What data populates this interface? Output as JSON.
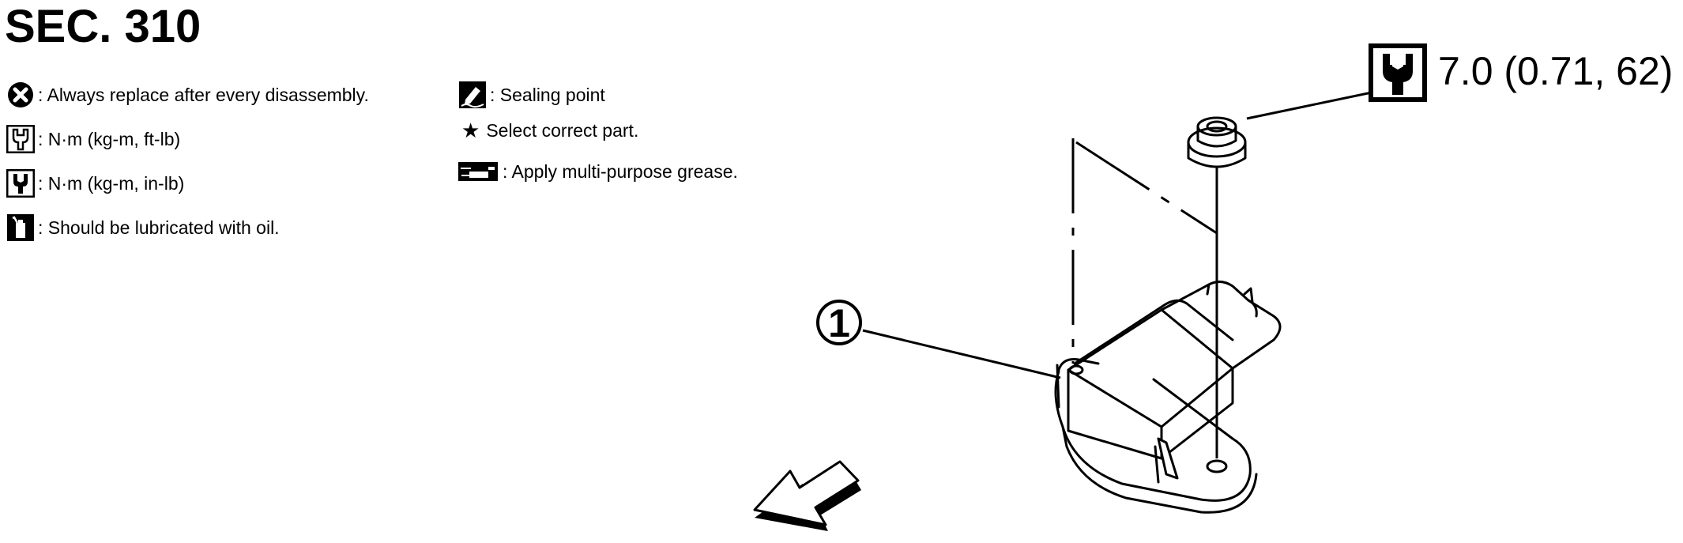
{
  "section_title": "SEC. 310",
  "legend": {
    "left": [
      {
        "icon": "replace-circle-x-icon",
        "text": ": Always replace after every disassembly."
      },
      {
        "icon": "torque-wrench-ft-lb-icon",
        "text": ": N·m (kg-m, ft-lb)"
      },
      {
        "icon": "torque-wrench-in-lb-icon",
        "text": ": N·m (kg-m, in-lb)"
      },
      {
        "icon": "oil-can-icon",
        "text": ": Should be lubricated with oil."
      }
    ],
    "right": [
      {
        "icon": "sealing-point-icon",
        "text": ": Sealing point"
      },
      {
        "icon": "star-icon",
        "symbol": "★",
        "text": "Select correct part."
      },
      {
        "icon": "grease-gun-icon",
        "text": ": Apply multi-purpose grease."
      }
    ]
  },
  "diagram": {
    "callout_number": "1",
    "torque_spec": "7.0 (0.71, 62)",
    "torque_icon": "torque-wrench-in-lb-icon",
    "front_arrow_icon": "front-direction-arrow-icon"
  }
}
